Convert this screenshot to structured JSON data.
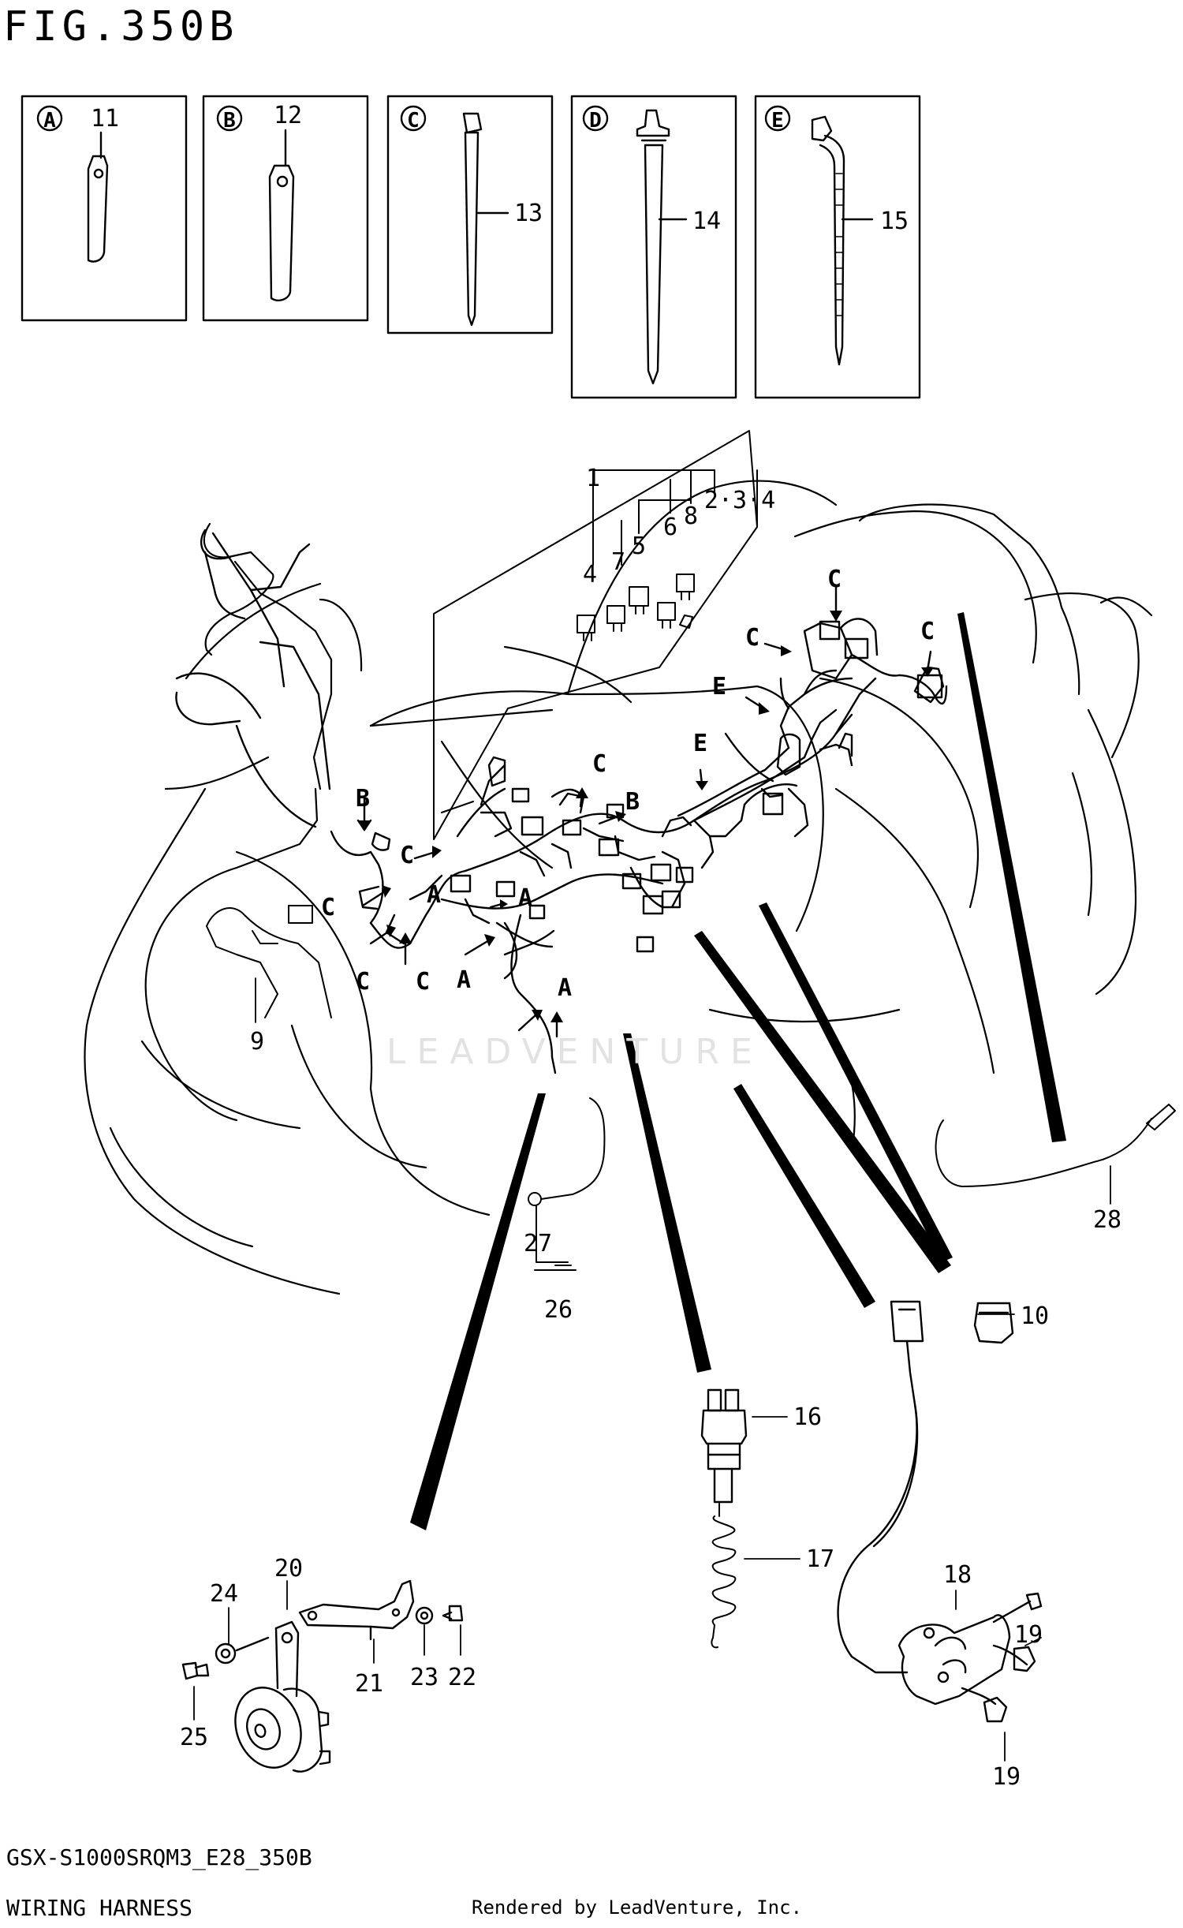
{
  "figure": {
    "title": "FIG.350B",
    "model_code": "GSX-S1000SRQM3_E28_350B",
    "section_name": "WIRING HARNESS",
    "render_credit": "Rendered by LeadVenture, Inc.",
    "watermark": "LEADVENTURE"
  },
  "detail_boxes": [
    {
      "letter": "A",
      "part": "11"
    },
    {
      "letter": "B",
      "part": "12"
    },
    {
      "letter": "C",
      "part": "13"
    },
    {
      "letter": "D",
      "part": "14"
    },
    {
      "letter": "E",
      "part": "15"
    }
  ],
  "part_callouts": [
    "1",
    "2·3·4",
    "4",
    "5",
    "6",
    "7",
    "8",
    "9",
    "10",
    "16",
    "17",
    "18",
    "19",
    "19",
    "20",
    "21",
    "22",
    "23",
    "24",
    "25",
    "26",
    "27",
    "28"
  ],
  "clamp_markers": [
    "A",
    "A",
    "A",
    "A",
    "B",
    "B",
    "C",
    "C",
    "C",
    "C",
    "C",
    "C",
    "C",
    "C",
    "E",
    "E"
  ]
}
